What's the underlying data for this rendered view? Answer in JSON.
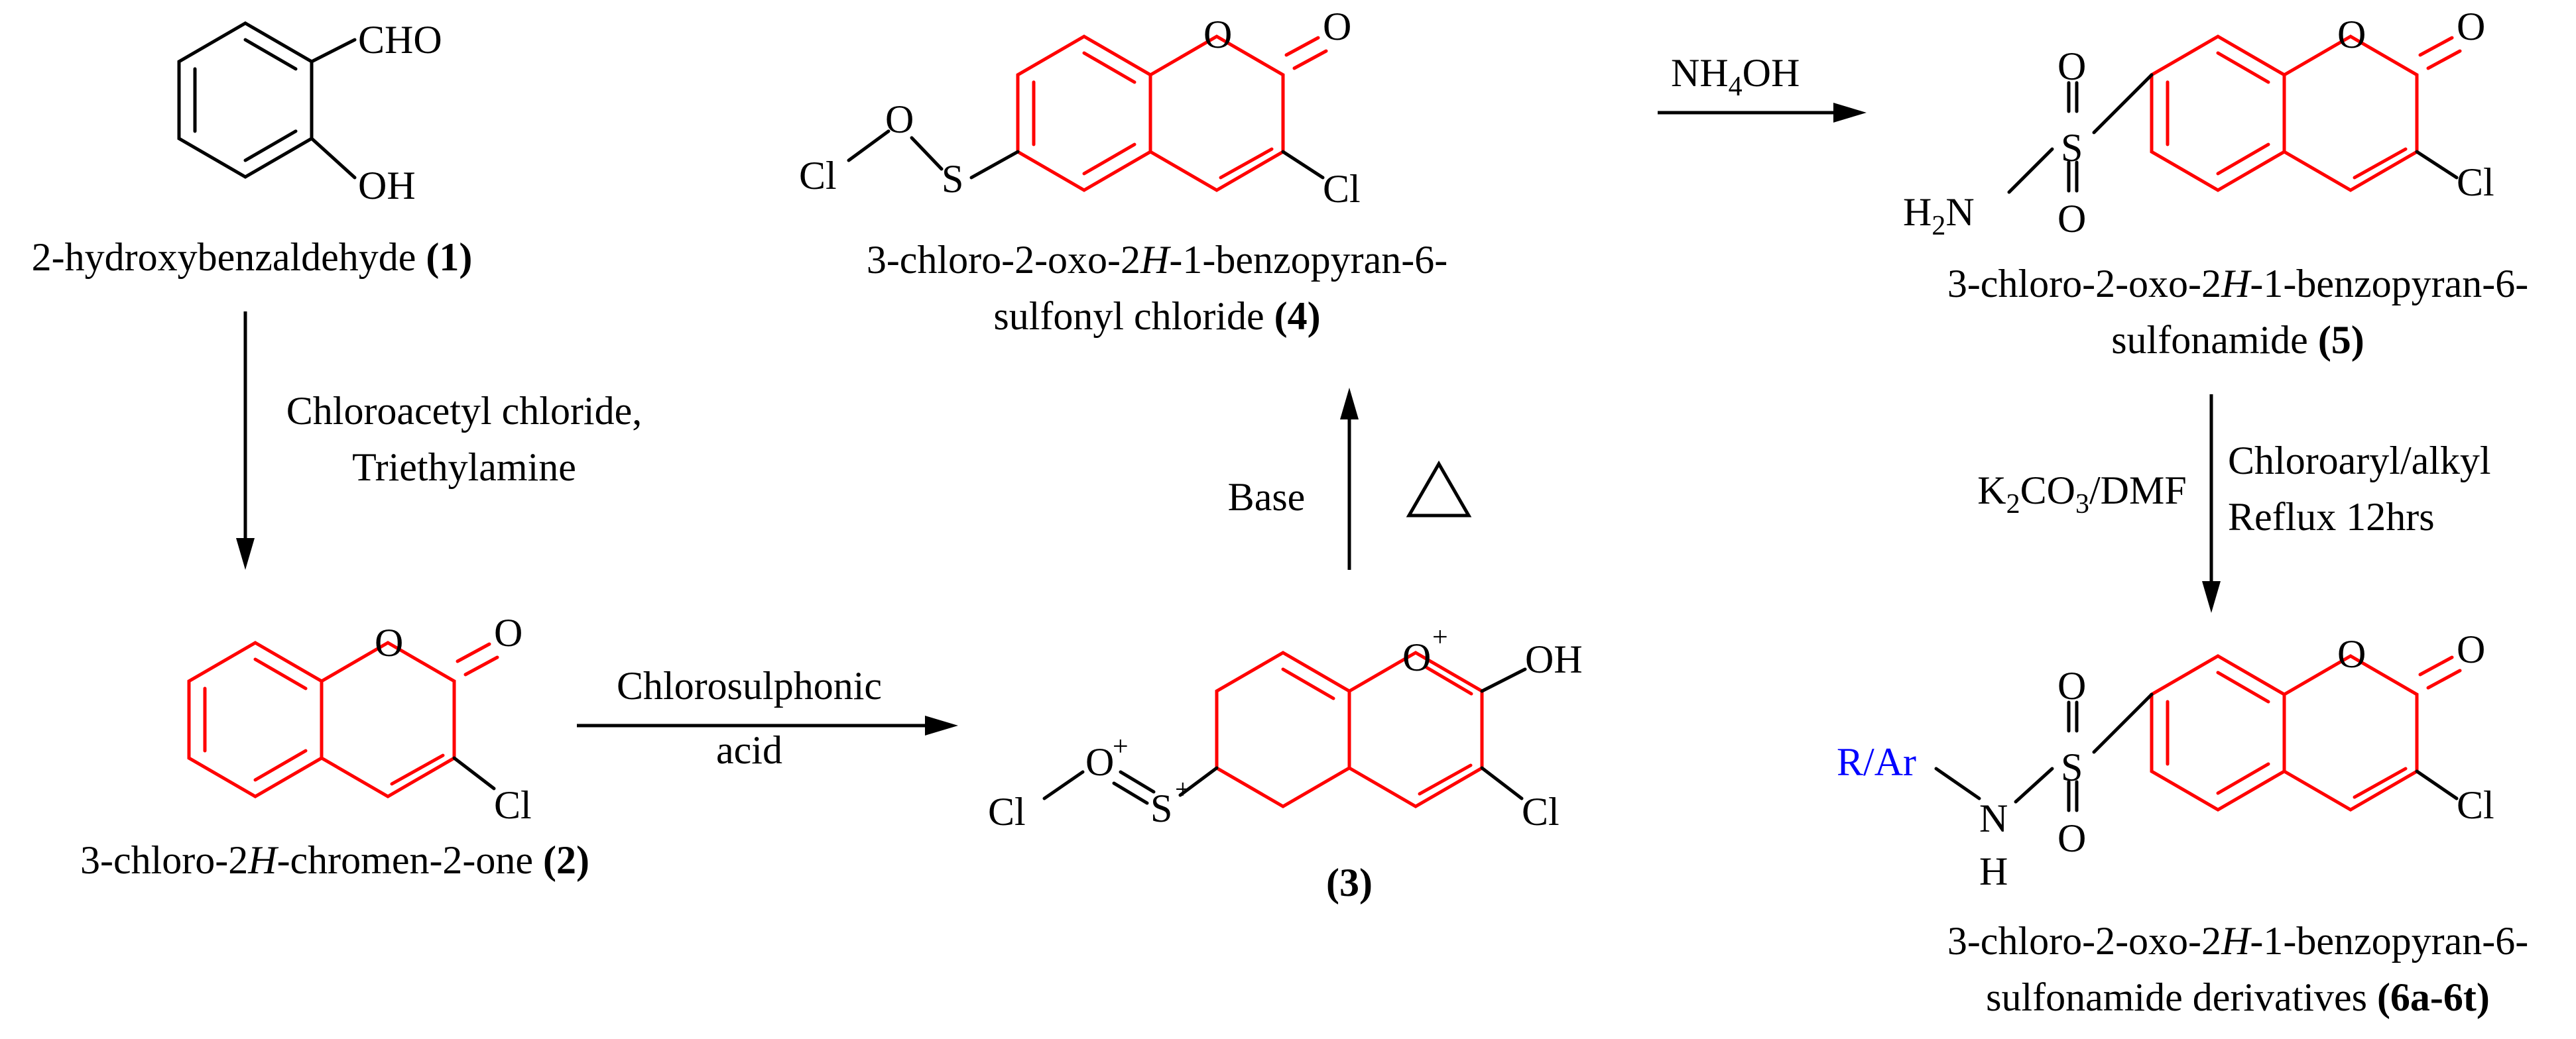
{
  "compounds": {
    "c1": {
      "name": "2-hydroxybenzaldehyde",
      "number": "(1)"
    },
    "c2": {
      "name_pre": "3-chloro-2",
      "name_italic": "H",
      "name_post": "-chromen-2-one",
      "number": "(2)"
    },
    "c3": {
      "number": "(3)"
    },
    "c4": {
      "line1_pre": "3-chloro-2-oxo-2",
      "line1_italic": "H",
      "line1_post": "-1-benzopyran-6-",
      "line2": "sulfonyl chloride",
      "number": "(4)"
    },
    "c5": {
      "line1_pre": "3-chloro-2-oxo-2",
      "line1_italic": "H",
      "line1_post": "-1-benzopyran-6-",
      "line2": "sulfonamide",
      "number": "(5)"
    },
    "c6": {
      "line1_pre": "3-chloro-2-oxo-2",
      "line1_italic": "H",
      "line1_post": "-1-benzopyran-6-",
      "line2": "sulfonamide derivatives",
      "number": "(6a-6t)"
    }
  },
  "reactions": {
    "r1": {
      "line1": "Chloroacetyl chloride,",
      "line2": "Triethylamine"
    },
    "r2": {
      "line1": "Chlorosulphonic",
      "line2": "acid"
    },
    "r3": {
      "reagent": "Base",
      "symbol": "△"
    },
    "r4": {
      "reagent_main": "NH",
      "reagent_sub": "4",
      "reagent_tail": "OH"
    },
    "r5": {
      "left_main": "K",
      "left_sub1": "2",
      "left_mid": "CO",
      "left_sub2": "3",
      "left_tail": "/DMF",
      "right_line1": "Chloroaryl/alkyl",
      "right_line2": "Reflux 12hrs"
    }
  },
  "atoms": {
    "CHO": "CHO",
    "OH": "OH",
    "O": "O",
    "Cl": "Cl",
    "S": "S",
    "O_plus": "O",
    "S_plus": "S",
    "plus": "+",
    "H": "H",
    "N": "N",
    "H2": "H",
    "two": "2",
    "RAr": "R/Ar"
  },
  "colors": {
    "ring": "#ff0000",
    "substituent": "#0000ff",
    "line": "#000000"
  }
}
